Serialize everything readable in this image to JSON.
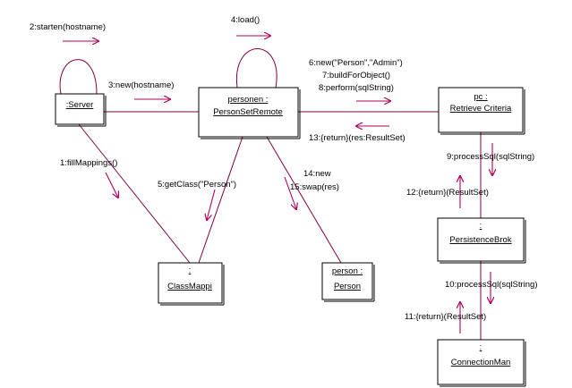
{
  "colors": {
    "link": "#800040",
    "arrow": "#b0005a",
    "box_stroke": "#000000",
    "background": "#ffffff"
  },
  "objects": {
    "server": {
      "line1": ":Server",
      "line2": ""
    },
    "personen": {
      "line1": "personen :",
      "line2": "PersonSetRemote"
    },
    "pc": {
      "line1": "pc :",
      "line2": "Retrieve Criteria"
    },
    "classmap": {
      "line1": ":",
      "line2": "ClassMappi"
    },
    "person": {
      "line1": "person :",
      "line2": "Person"
    },
    "persistence": {
      "line1": ":",
      "line2": "PersistenceBrok"
    },
    "connection": {
      "line1": ":",
      "line2": "ConnectionMan"
    }
  },
  "messages": {
    "m2": "2:starten(hostname)",
    "m4": "4:load()",
    "m3": "3:new(hostname)",
    "m6": "6:new(\"Person\",\"Admin\")",
    "m7": "7:buildForObject()",
    "m8": "8:perform(sqlString)",
    "m13": "13:{return}(res:ResultSet)",
    "m1": "1:fillMappings()",
    "m5": "5:getClass(\"Person\")",
    "m14": "14:new",
    "m15": "15:swap(res)",
    "m9": "9:processSql(sqlString)",
    "m12": "12:{return}(ResultSet)",
    "m10": "10:processSql(sqlString)",
    "m11": "11:{return}(ResultSet)"
  }
}
